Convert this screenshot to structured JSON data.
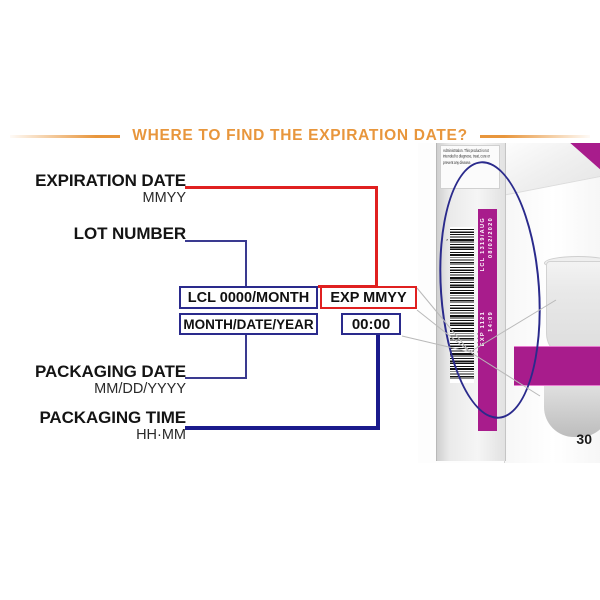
{
  "header": {
    "title": "WHERE TO FIND THE EXPIRATION DATE?",
    "accent_color": "#E8963C"
  },
  "colors": {
    "orange": "#E8963C",
    "red": "#e02020",
    "navy": "#1a1a8c",
    "navy_thin": "#3a3a90",
    "magenta": "#A81C8C",
    "text": "#141414"
  },
  "labels": [
    {
      "title": "EXPIRATION DATE",
      "format": "MMYY",
      "connector_color": "#e02020"
    },
    {
      "title": "LOT NUMBER",
      "format": "",
      "connector_color": "#3a3a90"
    },
    {
      "title": "PACKAGING DATE",
      "format": "MM/DD/YYYY",
      "connector_color": "#3a3a90"
    },
    {
      "title": "PACKAGING TIME",
      "format": "HH·MM",
      "connector_color": "#1a1a8c"
    }
  ],
  "code_boxes": {
    "lot_code": "LCL 0000/MONTH",
    "expiration_code": "EXP MMYY",
    "packaging_date": "MONTH/DATE/YEAR",
    "packaging_time": "00:00"
  },
  "product": {
    "count_label": "30",
    "fine_print": "Administration. This product is not intended to diagnose, treat, cure or prevent any disease.",
    "printed_code_lines": [
      "LCL 1319/AUG",
      "08/02/2020",
      "EXP 1121",
      "14:09"
    ],
    "barcode_digits_left": "5",
    "barcode_digits_right": "0 4 1 0 0"
  }
}
